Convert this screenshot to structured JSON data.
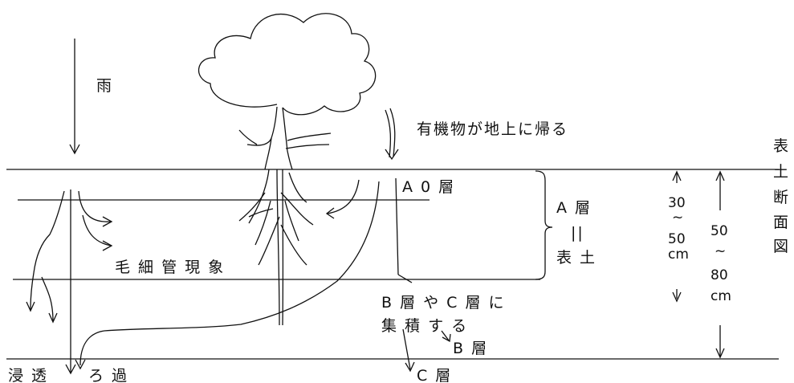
{
  "labels": {
    "rain": "雨",
    "organic_return": "有機物が地上に帰る",
    "title_vertical": [
      "表",
      "土",
      "断",
      "面",
      "図"
    ],
    "a0_layer": "A 0 層",
    "a_layer": "A 層",
    "equals": "||",
    "topsoil": "表 土",
    "capillary": "毛 細 管 現 象",
    "accumulate_line1": "B 層 や C 層 に",
    "accumulate_line2": "集 積 す る",
    "b_layer": "B 層",
    "c_layer": "C 層",
    "infiltration": "浸 透",
    "filtration": "ろ 過",
    "dim_inner": [
      "30",
      "~",
      "50",
      "cm"
    ],
    "dim_outer": [
      "50",
      "~",
      "80",
      "cm"
    ]
  }
}
